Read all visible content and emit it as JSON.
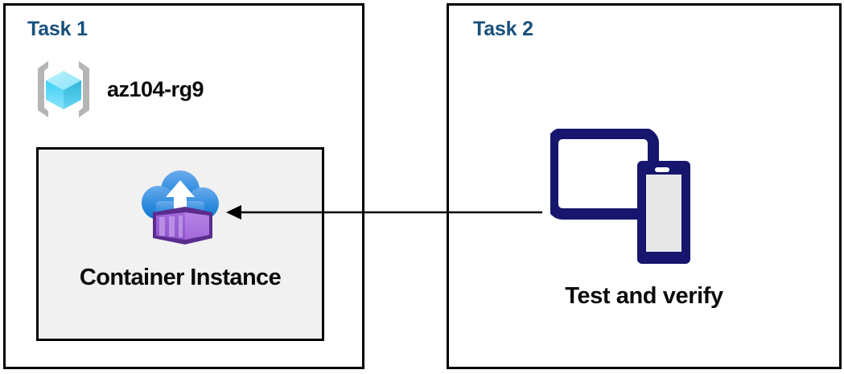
{
  "diagram": {
    "title": "Azure Container Instance task diagram",
    "background_color": "#ffffff",
    "border_color": "#000000",
    "heading_color": "#19507d",
    "text_color": "#0a0a0a"
  },
  "panels": [
    {
      "id": "task1",
      "title": "Task 1",
      "resource_group": {
        "icon": "azure-resource-group-icon",
        "label": "az104-rg9",
        "icon_colors": {
          "bracket": "#b3b3b3",
          "cube_top": "#9fe9fb",
          "cube_left": "#32c6f4",
          "cube_right": "#2aa8cc",
          "cube_front_light": "#b9f0fd"
        }
      },
      "resource": {
        "icon": "azure-container-instance-icon",
        "label": "Container Instance",
        "box_fill": "#f1f1f1",
        "box_border": "#000000",
        "icon_colors": {
          "cloud_top": "#5ba3ea",
          "cloud_bottom": "#0f78d1",
          "arrow": "#ffffff",
          "container_right": "#b07de0",
          "container_front": "#9a5fd2",
          "container_outline": "#5b2d8e"
        }
      }
    },
    {
      "id": "task2",
      "title": "Task 2",
      "device": {
        "icon": "devices-tablet-phone-icon",
        "label": "Test and verify",
        "icon_colors": {
          "body": "#16166e",
          "screen": "#e8e8e8",
          "accent": "#ffffff"
        }
      }
    }
  ],
  "connector": {
    "name": "arrow-task2-to-container-instance",
    "direction": "right-to-left",
    "from": "Test and verify",
    "to": "Container Instance",
    "color": "#000000",
    "stroke_width": 2
  }
}
